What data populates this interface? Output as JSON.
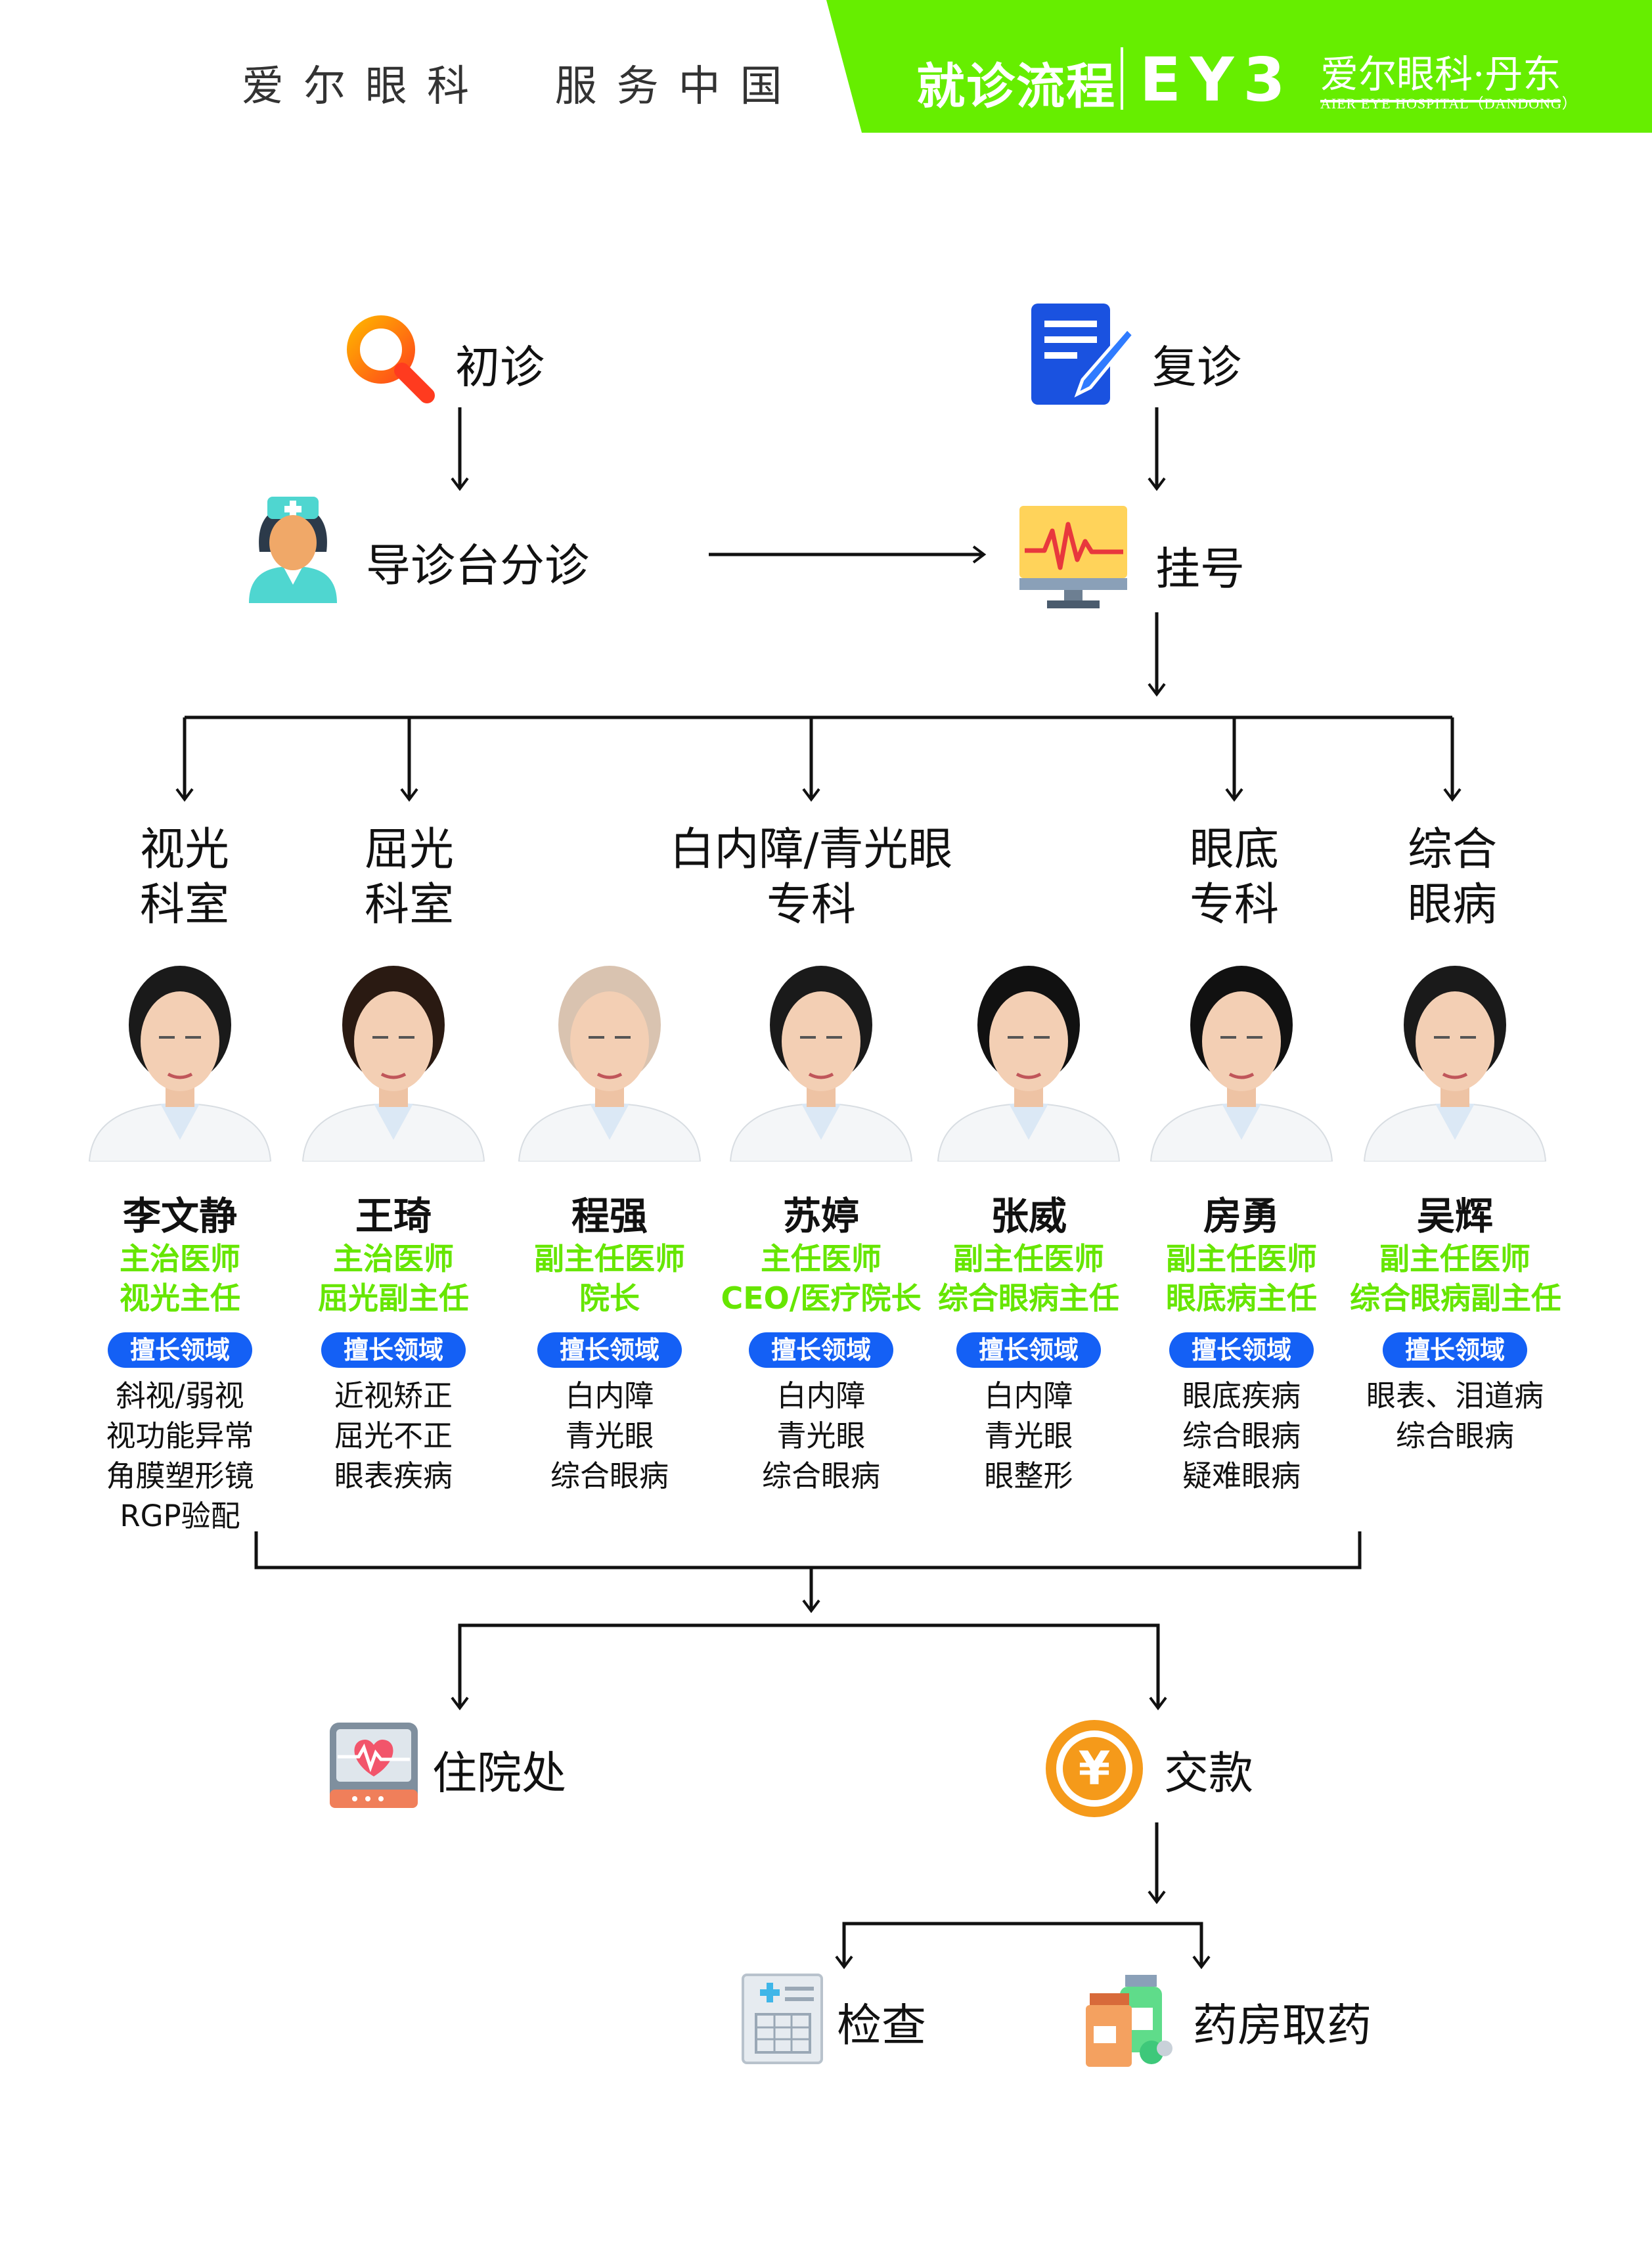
{
  "header": {
    "slogan": "爱尔眼科  服务中国",
    "title": "就诊流程",
    "logo_mark": "EY3",
    "hospital_cn": "爱尔眼科·丹东",
    "hospital_en": "AIER EYE HOSPITAL（DANDONG）",
    "brand_color": "#66ee00"
  },
  "flow": {
    "first_visit": "初诊",
    "follow_up": "复诊",
    "triage": "导诊台分诊",
    "registration": "挂号",
    "inpatient": "住院处",
    "payment": "交款",
    "examination": "检查",
    "pharmacy": "药房取药"
  },
  "departments": [
    {
      "line1": "视光",
      "line2": "科室"
    },
    {
      "line1": "屈光",
      "line2": "科室"
    },
    {
      "line1": "白内障/青光眼",
      "line2": "专科"
    },
    {
      "line1": "眼底",
      "line2": "专科"
    },
    {
      "line1": "综合",
      "line2": "眼病"
    }
  ],
  "expertise_label": "擅长领域",
  "doctors": [
    {
      "name": "李文静",
      "titles": [
        "主治医师",
        "视光主任"
      ],
      "specialties": [
        "斜视/弱视",
        "视功能异常",
        "角膜塑形镜",
        "RGP验配"
      ]
    },
    {
      "name": "王琦",
      "titles": [
        "主治医师",
        "屈光副主任"
      ],
      "specialties": [
        "近视矫正",
        "屈光不正",
        "眼表疾病"
      ]
    },
    {
      "name": "程强",
      "titles": [
        "副主任医师",
        "院长"
      ],
      "specialties": [
        "白内障",
        "青光眼",
        "综合眼病"
      ]
    },
    {
      "name": "苏婷",
      "titles": [
        "主任医师",
        "CEO/医疗院长"
      ],
      "specialties": [
        "白内障",
        "青光眼",
        "综合眼病"
      ]
    },
    {
      "name": "张威",
      "titles": [
        "副主任医师",
        "综合眼病主任"
      ],
      "specialties": [
        "白内障",
        "青光眼",
        "眼整形"
      ]
    },
    {
      "name": "房勇",
      "titles": [
        "副主任医师",
        "眼底病主任"
      ],
      "specialties": [
        "眼底疾病",
        "综合眼病",
        "疑难眼病"
      ]
    },
    {
      "name": "吴辉",
      "titles": [
        "副主任医师",
        "综合眼病副主任"
      ],
      "specialties": [
        "眼表、泪道病",
        "综合眼病"
      ]
    }
  ]
}
